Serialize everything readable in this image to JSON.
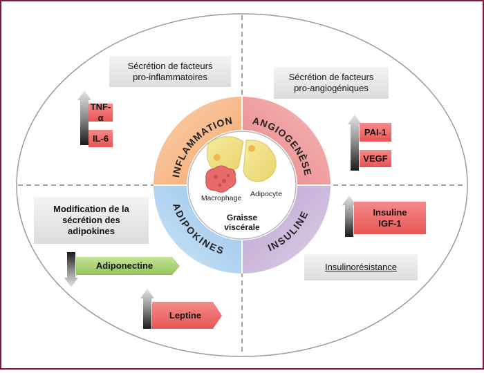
{
  "quadrants": {
    "top_left": {
      "label": "INFLAMMATION",
      "color": "#f7b27a"
    },
    "top_right": {
      "label": "ANGIOGENÈSE",
      "color": "#ee9898"
    },
    "bottom_right": {
      "label": "INSULINE",
      "color": "#c9b2d8"
    },
    "bottom_left": {
      "label": "ADIPOKINES",
      "color": "#a9cfee"
    }
  },
  "center": {
    "title_line1": "Graisse",
    "title_line2": "viscérale",
    "macrophage_label": "Macrophage",
    "adipocyte_label": "Adipocyte"
  },
  "info_boxes": {
    "inflammation": {
      "line1": "Sécrétion de facteurs",
      "line2": "pro-inflammatoires"
    },
    "angiogenese": {
      "line1": "Sécrétion de facteurs",
      "line2": "pro-angiogéniques"
    },
    "adipokines": {
      "line1": "Modification de la",
      "line2": "sécrétion des",
      "line3": "adipokines"
    },
    "insulinoresistance": {
      "text": "Insulinorésistance"
    }
  },
  "factors": {
    "tnf": "TNF-α",
    "il6": "IL-6",
    "pai1": "PAI-1",
    "vegf": "VEGF",
    "insuline": "Insuline",
    "igf1": "IGF-1",
    "adiponectine": "Adiponectine",
    "leptine": "Leptine"
  },
  "colors": {
    "red_box": "#ef6b6b",
    "green_box": "#a9d36e",
    "grey_box": "#e8e8e8",
    "frame": "#8a1538"
  }
}
